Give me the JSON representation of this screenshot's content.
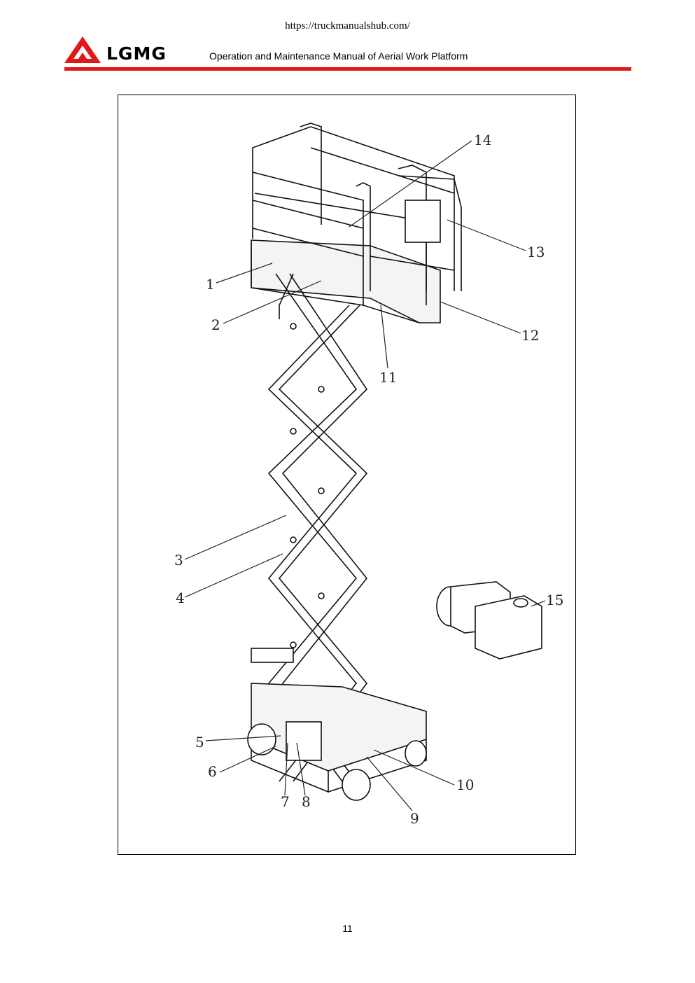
{
  "header": {
    "url": "https://truckmanualshub.com/",
    "logo_text": "LGMG",
    "manual_title": "Operation and Maintenance Manual of Aerial Work Platform"
  },
  "figure": {
    "callouts": [
      "1",
      "2",
      "3",
      "4",
      "5",
      "6",
      "7",
      "8",
      "9",
      "10",
      "11",
      "12",
      "13",
      "14",
      "15"
    ]
  },
  "footer": {
    "page_number": "11"
  },
  "colors": {
    "brand_red": "#e01818"
  }
}
